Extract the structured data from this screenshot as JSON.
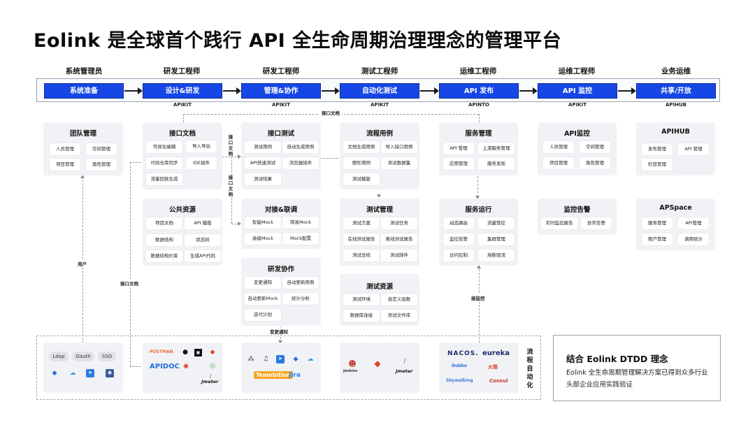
{
  "title": "Eolink 是全球首个践行 API 全生命周期治理理念的管理平台",
  "roles": [
    "系统管理员",
    "研发工程师",
    "研发工程师",
    "测试工程师",
    "运维工程师",
    "运维工程师",
    "业务运维"
  ],
  "stages": [
    "系统准备",
    "设计&研发",
    "管理&协作",
    "自动化测试",
    "API 发布",
    "API 监控",
    "共享/开放"
  ],
  "stage_tools": [
    "APIKIT",
    "APIKIT",
    "APIKIT",
    "APINTO",
    "APIKIT",
    "APIHUB"
  ],
  "colors": {
    "stage_blue": "#1647e6",
    "card_bg": "#f1f2f5"
  },
  "connectors": {
    "doc_top": "接口文档",
    "doc_v1": "接口文档",
    "doc_v2": "接口文档",
    "user": "用户",
    "doc_left": "接口文档",
    "change_notice": "变更通知",
    "monitor": "接监控"
  },
  "cards": {
    "team": {
      "title": "团队管理",
      "items": [
        "人员管理",
        "空间管理",
        "项目管理",
        "角色管理"
      ]
    },
    "api_doc": {
      "title": "接口文档",
      "items": [
        "可视化编辑",
        "导入导出",
        "代码仓库同步",
        "IDE插件",
        "流量回放生成"
      ]
    },
    "public": {
      "title": "公共资源",
      "items": [
        "项目文档",
        "API 模版",
        "数据结构",
        "状态码",
        "数据结构约束",
        "生成API代码"
      ]
    },
    "api_test": {
      "title": "接口测试",
      "items": [
        "测试用例",
        "自动生成用例",
        "API快速测试",
        "浏览器插件",
        "测试结果"
      ]
    },
    "mock": {
      "title": "对接&联调",
      "items": [
        "智能Mock",
        "简易Mock",
        "高级Mock",
        "Mock配置"
      ]
    },
    "collab": {
      "title": "研发协作",
      "items": [
        "变更通知",
        "自动更新用例",
        "自动更新Mock",
        "统计分析",
        "迭代计划"
      ]
    },
    "flow_case": {
      "title": "流程用例",
      "items": [
        "文档生成用例",
        "导入接口用例",
        "图形用例",
        "测试数据集",
        "测试模版"
      ]
    },
    "test_mgmt": {
      "title": "测试管理",
      "items": [
        "测试方案",
        "测试任务",
        "在线测试报告",
        "离线测试报告",
        "测试总结",
        "测试邮件"
      ]
    },
    "test_res": {
      "title": "测试资源",
      "items": [
        "测试环境",
        "自定义函数",
        "数据库连接",
        "测试文件库"
      ]
    },
    "svc_mgmt": {
      "title": "服务管理",
      "items": [
        "API 管理",
        "上游服务管理",
        "应用管理",
        "服务发现"
      ]
    },
    "svc_run": {
      "title": "服务运行",
      "items": [
        "动态路由",
        "流量管控",
        "监控告警",
        "集群管理",
        "访问控制",
        "熔断限流"
      ]
    },
    "api_monitor": {
      "title": "API监控",
      "items": [
        "人员管理",
        "空间管理",
        "项目管理",
        "角色管理"
      ]
    },
    "alert": {
      "title": "监控告警",
      "items": [
        "实时监控报告",
        "异常告警"
      ]
    },
    "apihub": {
      "title": "APIHUB",
      "items": [
        "发布管理",
        "API 管理",
        "栏目管理"
      ]
    },
    "apspace": {
      "title": "APSpace",
      "items": [
        "服务管理",
        "API管理",
        "租户管理",
        "调用统计"
      ]
    }
  },
  "integrations": {
    "auth": [
      "Ldap",
      "Oauth",
      "SSO"
    ],
    "dev_logos": [
      "POSTMAN",
      "APIDOC",
      "Jmeter"
    ],
    "collab_logos": [
      "Teambition",
      "Jira"
    ],
    "ci_logos": [
      "Jenkins",
      "Jmeter"
    ],
    "ops_logos": [
      "NACOS.",
      "eureka",
      "Dubbo",
      "火焰",
      "Skywalking",
      "Consul"
    ]
  },
  "auto_label": "流程自动化",
  "dtdd": {
    "title": "结合 Eolink DTDD 理念",
    "desc": "Eolink 全生命周期管理解决方案已得到众多行业头部企业应用实践验证"
  }
}
